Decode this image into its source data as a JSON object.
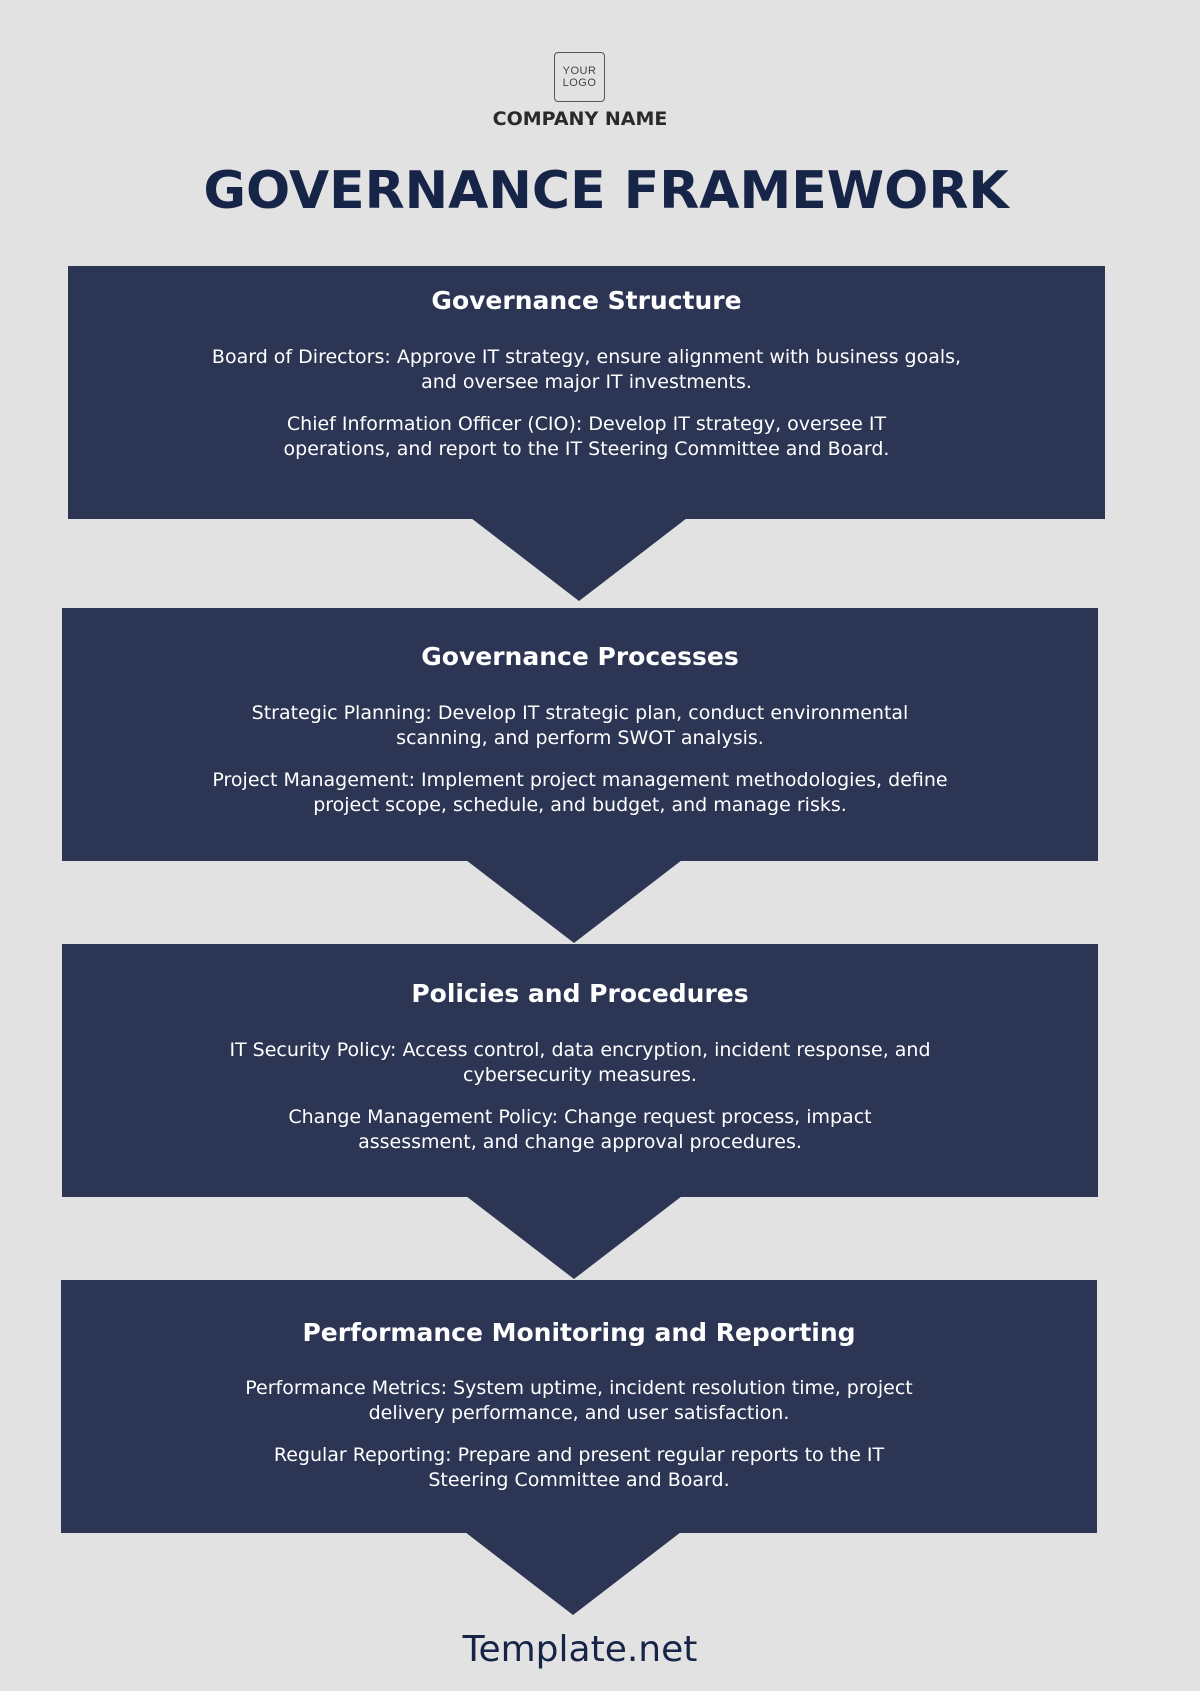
{
  "logo": {
    "line1": "YOUR",
    "line2": "LOGO"
  },
  "company_name": "COMPANY NAME",
  "title": "GOVERNANCE FRAMEWORK",
  "colors": {
    "background": "#e2e2e2",
    "box": "#2c3654",
    "title": "#162447",
    "box_text": "#ffffff"
  },
  "sections": [
    {
      "heading": "Governance Structure",
      "items": [
        "Board of Directors: Approve IT strategy, ensure alignment with business goals, and oversee major IT investments.",
        "Chief Information Officer (CIO): Develop IT strategy, oversee IT operations, and report to the IT Steering Committee and Board."
      ]
    },
    {
      "heading": "Governance Processes",
      "items": [
        "Strategic Planning: Develop IT strategic plan, conduct environmental scanning, and perform SWOT analysis.",
        "Project Management: Implement project management methodologies, define project scope, schedule, and budget, and manage risks."
      ]
    },
    {
      "heading": "Policies and Procedures",
      "items": [
        "IT Security Policy: Access control, data encryption, incident response, and cybersecurity measures.",
        "Change Management Policy: Change request process, impact assessment, and change approval procedures."
      ]
    },
    {
      "heading": "Performance Monitoring and Reporting",
      "items": [
        "Performance Metrics: System uptime, incident resolution time, project delivery performance, and user satisfaction.",
        "Regular Reporting: Prepare and present regular reports to the IT Steering Committee and Board."
      ]
    }
  ],
  "footer": "Template.net"
}
